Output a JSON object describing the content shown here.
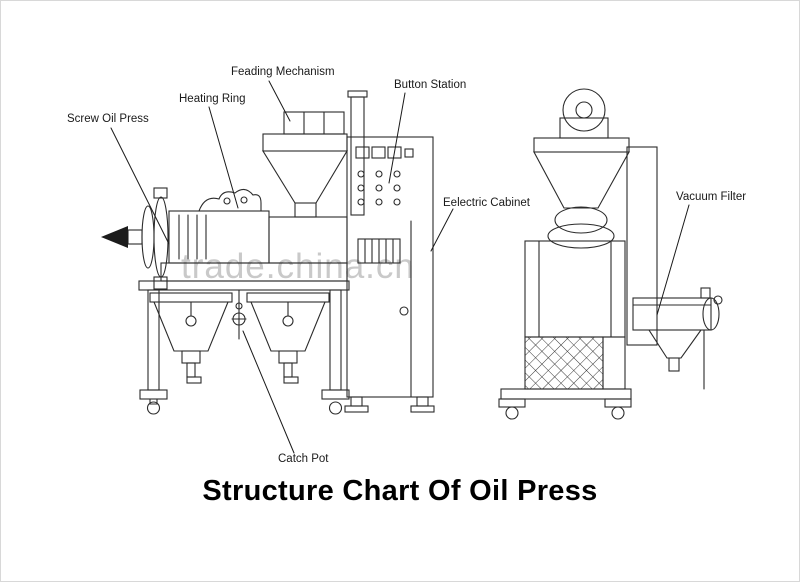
{
  "page": {
    "title": "Structure Chart Of Oil Press",
    "watermark": "trade.china.cn"
  },
  "labels": {
    "screw_oil_press": "Screw Oil  Press",
    "heating_ring": "Heating Ring",
    "feading_mechanism": "Feading Mechanism",
    "button_station": "Button Station",
    "eelectric_cabinet": "Eelectric Cabinet",
    "vacuum_filter": "Vacuum Filter",
    "catch_pot": "Catch Pot"
  },
  "colors": {
    "line": "#2b2b2b",
    "watermark": "#c9c9c9"
  }
}
